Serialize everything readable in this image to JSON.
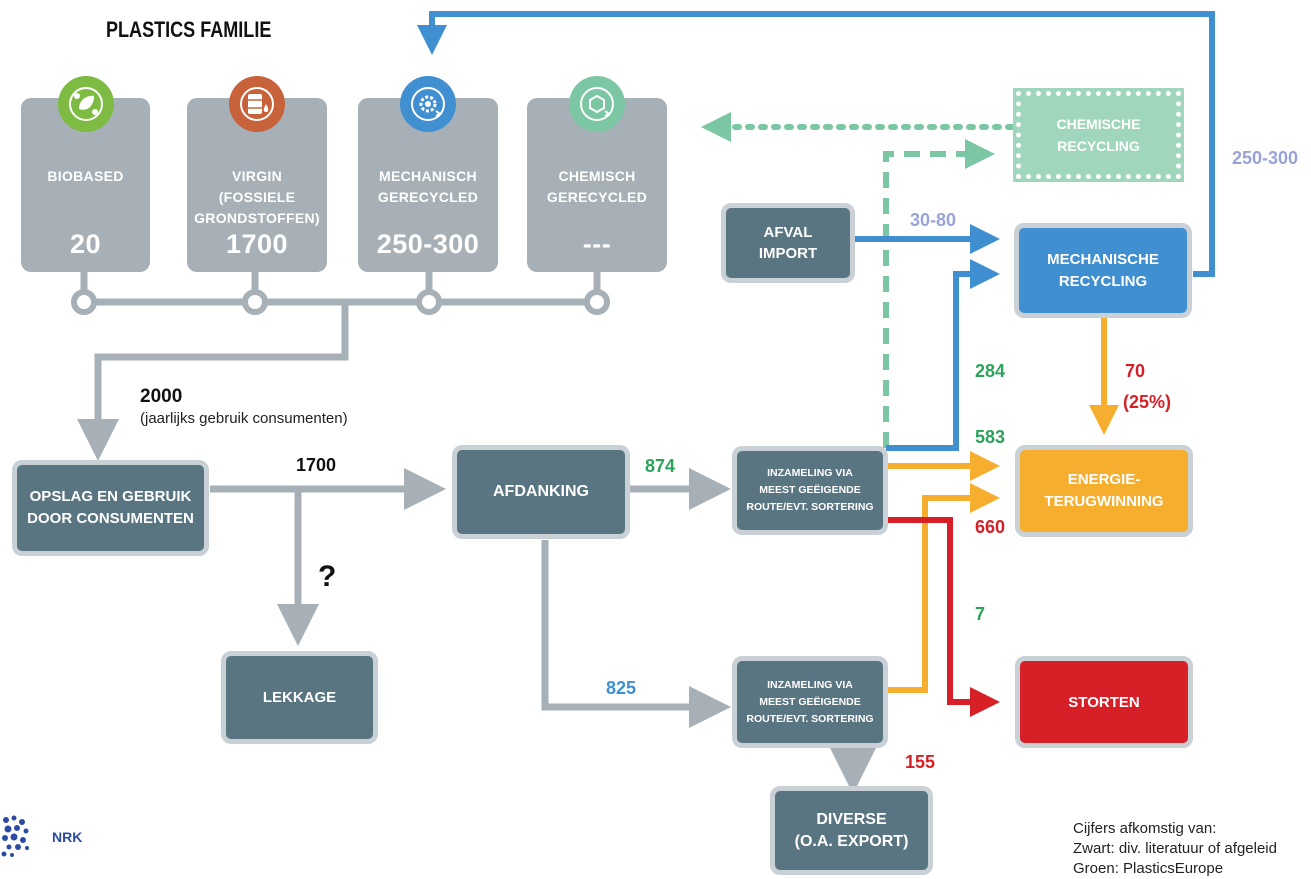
{
  "header": {
    "title": "PLASTICS FAMILIE"
  },
  "families": [
    {
      "label": "BIOBASED",
      "value": "20",
      "icon": "leaf-molecule-icon",
      "color": "#7dbb42"
    },
    {
      "label": "VIRGIN\n(FOSSIELE\nGRONDSTOFFEN)",
      "value": "1700",
      "icon": "oil-barrel-icon",
      "color": "#c8623a"
    },
    {
      "label": "MECHANISCH\nGERECYCLED",
      "value": "250-300",
      "icon": "gear-recycle-icon",
      "color": "#3f8fd1"
    },
    {
      "label": "CHEMISCH\nGERECYCLED",
      "value": "---",
      "icon": "hexagon-recycle-icon",
      "color": "#7cc7a3"
    }
  ],
  "consumption": {
    "value": "2000",
    "note": "(jaarlijks gebruik consumenten)"
  },
  "boxes": {
    "opslag": "OPSLAG EN GEBRUIK\nDOOR CONSUMENTEN",
    "afdanking": "AFDANKING",
    "inzameling_top": "INZAMELING VIA\nMEEST GEËIGENDE\nROUTE/EVT. SORTERING",
    "inzameling_bottom": "INZAMELING VIA\nMEEST GEËIGENDE\nROUTE/EVT. SORTERING",
    "lekkage": "LEKKAGE",
    "diverse": "DIVERSE\n(O.A. EXPORT)",
    "afval_import": "AFVAL\nIMPORT",
    "chemische_recycling": "CHEMISCHE\nRECYCLING",
    "mechanische_recycling": "MECHANISCHE\nRECYCLING",
    "energie": "ENERGIE-\nTERUGWINNING",
    "storten": "STORTEN"
  },
  "flows": {
    "opslag_to_afdanking": "1700",
    "lekkage_unknown": "?",
    "afdanking_to_inz_top": "874",
    "afdanking_to_inz_bottom": "825",
    "to_mech_recycling": "284",
    "to_energie": "583",
    "to_storten": "660",
    "bottom_to_energie": "7",
    "to_diverse": "155",
    "import_to_mech": "30-80",
    "mech_to_energie": "70",
    "mech_to_energie_pct": "(25%)",
    "recycled_back": "250-300"
  },
  "colors": {
    "gray": "#a7b0b6",
    "dark_box": "#5a7582",
    "blue": "#3f8fd1",
    "light_blue": "#9aa3d6",
    "green": "#2ca35a",
    "dashed_green": "#7cc7a3",
    "orange": "#f5ae2e",
    "red": "#d61f26"
  },
  "footer": {
    "text": "Cijfers afkomstig van:\nZwart: div. literatuur of afgeleid\nGroen: PlasticsEurope"
  },
  "logo": {
    "text": "NRK",
    "icon": "nrk-dots-logo-icon"
  }
}
